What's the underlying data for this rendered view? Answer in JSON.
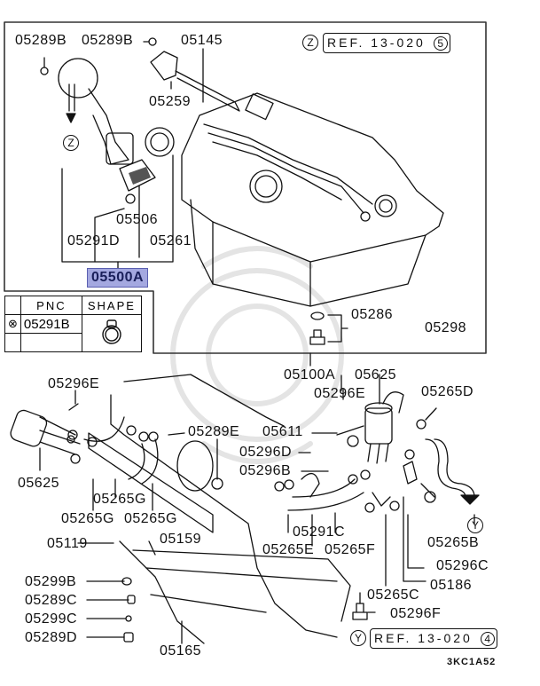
{
  "diagram": {
    "type": "exploded parts diagram",
    "subject": "Fuel tank and fuel pump assembly",
    "figure_code": "3KC1A52",
    "references": [
      {
        "marker": "Z",
        "text": "REF. 13-020",
        "index": "5"
      },
      {
        "marker": "Y",
        "text": "REF. 13-020",
        "index": "4"
      }
    ],
    "flow_markers": {
      "z": "Z",
      "y": "Y"
    },
    "highlighted_part": "05500A",
    "highlight_color": "#a4a8e0",
    "pnc_table": {
      "headers": [
        "",
        "PNC",
        "SHAPE"
      ],
      "rows": [
        {
          "symbol": "⊗",
          "pnc": "05291B",
          "shape": "hose-clamp-icon"
        }
      ]
    },
    "labels": {
      "p05289B_a": "05289B",
      "p05289B_b": "05289B",
      "p05145": "05145",
      "p05259": "05259",
      "p05506": "05506",
      "p05291D": "05291D",
      "p05261": "05261",
      "p05500A": "05500A",
      "p05286": "05286",
      "p05298": "05298",
      "p05100A": "05100A",
      "p05625_r": "05625",
      "p05296E_r": "05296E",
      "p05265D": "05265D",
      "p05296E_l": "05296E",
      "p05611": "05611",
      "p05289E": "05289E",
      "p05296D": "05296D",
      "p05296B": "05296B",
      "p05625_l": "05625",
      "p05265G_a": "05265G",
      "p05265G_b": "05265G",
      "p05265G_c": "05265G",
      "p05291C": "05291C",
      "p05265E": "05265E",
      "p05265F": "05265F",
      "p05265B": "05265B",
      "p05119": "05119",
      "p05159": "05159",
      "p05296C": "05296C",
      "p05299B": "05299B",
      "p05186": "05186",
      "p05289C": "05289C",
      "p05265C": "05265C",
      "p05299C": "05299C",
      "p05296F": "05296F",
      "p05289D": "05289D",
      "p05165": "05165"
    }
  }
}
